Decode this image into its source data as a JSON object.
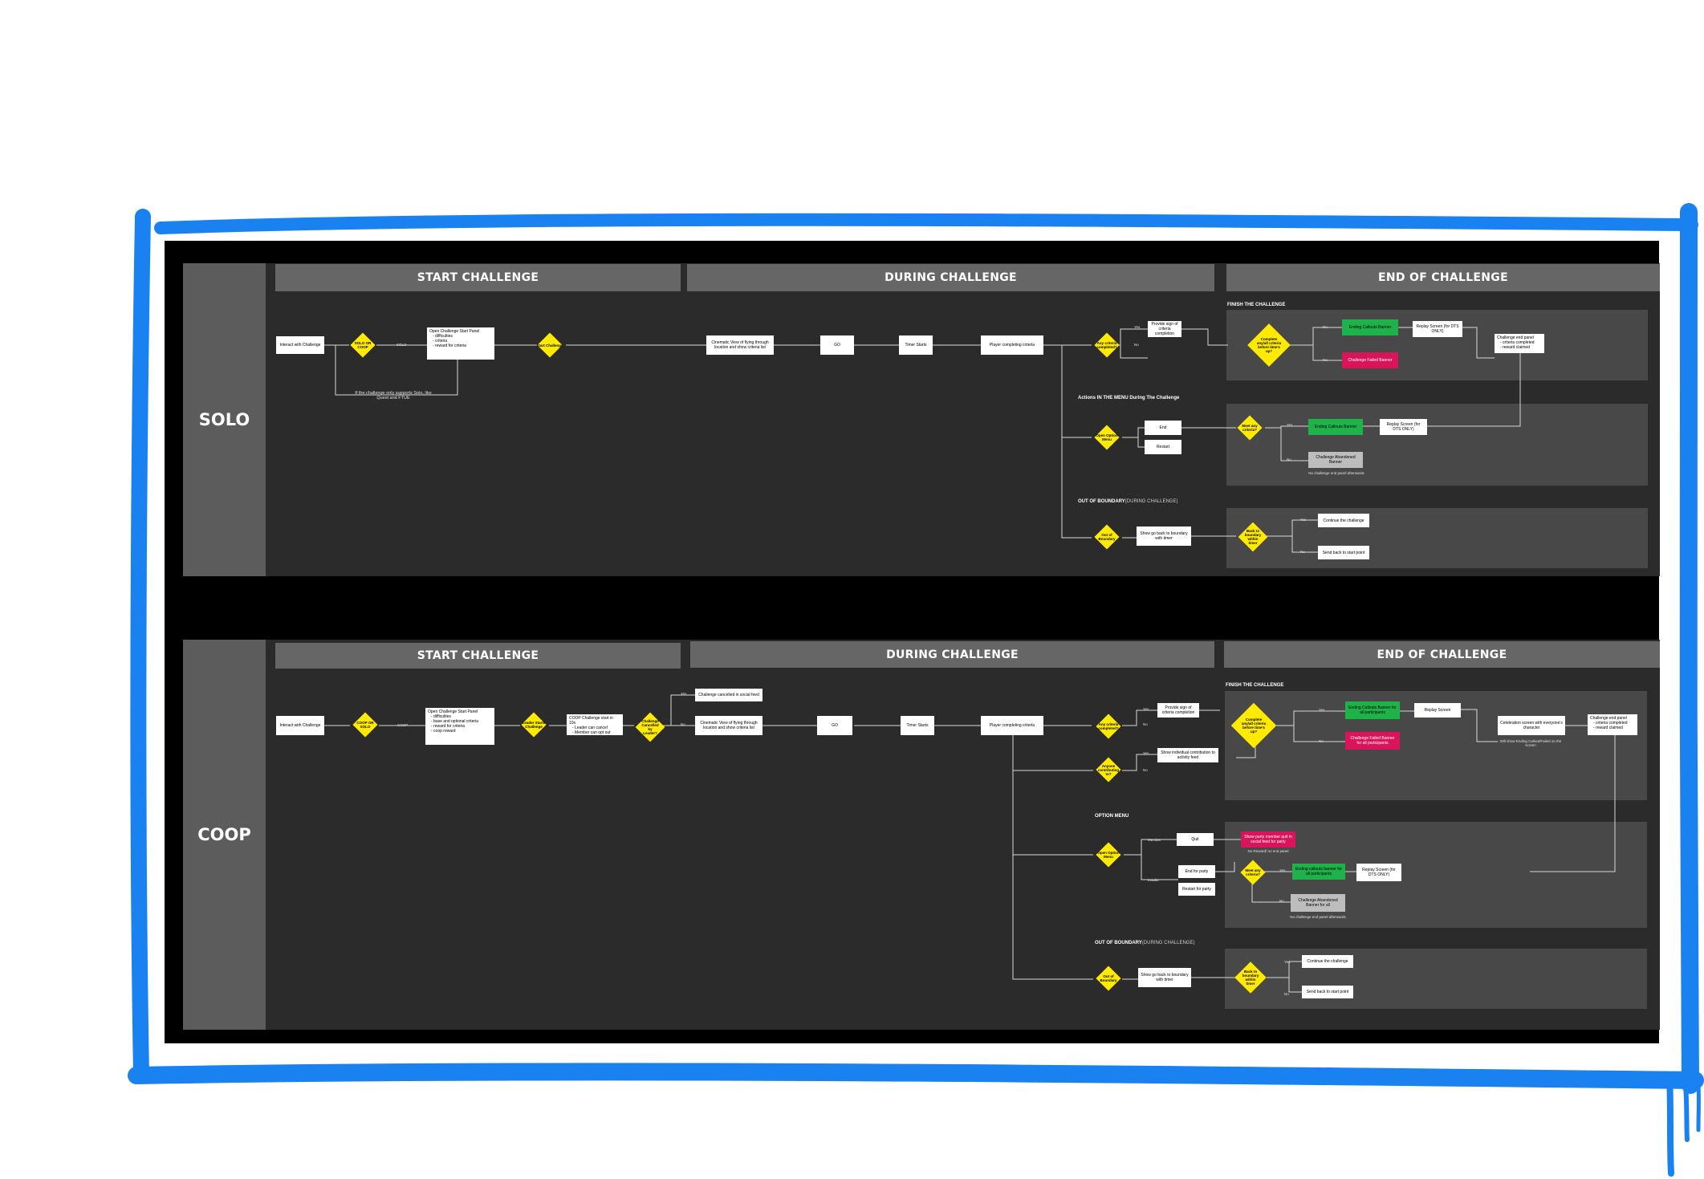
{
  "colors": {
    "frame": "#1a82f0",
    "board": "#000000",
    "lane": "#2b2b2b",
    "label": "#5c5c5c",
    "phase": "#666666",
    "panel": "#484848",
    "decision": "#ffea00",
    "success": "#1fb24a",
    "fail": "#d9145b"
  },
  "solo": {
    "label": "SOLO",
    "phases": {
      "start": "START CHALLENGE",
      "during": "DURING CHALLENGE",
      "end": "END OF CHALLENGE"
    },
    "interact": "Interact with Challenge",
    "solo_or_coop": "SOLO OR COOP",
    "solo_label": "SOLO",
    "open_panel": {
      "title": "Open Challenge Start Panel",
      "items": [
        "- difficulties",
        "- criteria",
        "- reward for criteria"
      ]
    },
    "note_solo_only": "If the challenge only supports Solo, like Quest and FTUE",
    "start_challenge": "Start Challenge",
    "cinematic": "Cinematic View of flying through location and show criteria list",
    "go": "GO",
    "timer": "Timer Starts",
    "player_completing": "Player completing criteria",
    "any_criteria": "Any criteria completed?",
    "yes": "Yes",
    "no": "No",
    "provide_sign": "Provide sign of criteria completion",
    "finish_title": "FINISH THE CHALLENGE",
    "complete_criteria": "Complete any/all criteria before time's up?",
    "ending_callouts": "Ending Callouts Banner",
    "fail_banner": "Challenge Failed Banner",
    "replay": "Replay Screen (for DTS ONLY)",
    "challenge_end": {
      "title": "Challenge end panel",
      "items": [
        "- criteria completed",
        "- reward claimed"
      ]
    },
    "menu_title": "Actions IN THE MENU During The Challenge",
    "open_option": "Open Option Menu",
    "end": "End",
    "restart": "Restart",
    "meet_any": "Meet any criteria?",
    "ending_callouts2": "Ending Callouts Banner",
    "replay2": "Replay Screen (for DTS ONLY)",
    "abandoned": "Challenge Abandoned Banner",
    "no_challenge_end": "No challenge end panel afterwards",
    "oob_title": "OUT OF BOUNDARY",
    "oob_sub": "(DURING CHALLENGE)",
    "out_of_boundary": "Out of Boundary",
    "show_go_back": "Show go back to boundary with timer",
    "back_to_boundary": "Back to boundary within timer",
    "continue": "Continue the challenge",
    "send_back": "Send back to start point"
  },
  "coop": {
    "label": "COOP",
    "phases": {
      "start": "START CHALLENGE",
      "during": "DURING CHALLENGE",
      "end": "END OF CHALLENGE"
    },
    "interact": "Interact with Challenge",
    "solo_or_coop": "COOP OR SOLO",
    "coop_label": "COOP",
    "open_panel": {
      "title": "Open Challenge Start Panel",
      "items": [
        "- difficulties",
        "- base and optional criteria",
        "- reward for criteria",
        "- coop reward"
      ]
    },
    "leader_starts": "Leader Starts Challenge",
    "coop_start": {
      "title": "COOP Challenge start in 10s",
      "items": [
        "- Leader can cancel",
        "- Member can opt out"
      ]
    },
    "cancelled_q": "Challenge Cancelled by Leader?",
    "cancelled_feed": "Challenge cancelled in social feed",
    "cinematic": "Cinematic View of flying through location and show criteria list",
    "go": "GO",
    "timer": "Timer Starts",
    "player_completing": "Player completing criteria",
    "any_criteria": "Any criteria completed?",
    "anyone_contrib": "Anyone contributing to?",
    "yes": "Yes",
    "no": "No",
    "provide_sign": "Provide sign of criteria completion",
    "show_individual": "Show individual contribution to activity feed",
    "finish_title": "FINISH THE CHALLENGE",
    "complete_criteria": "Complete any/all criteria before time's up?",
    "ending_callouts": "Ending Callouts Banner for all participants",
    "fail_banner": "Challenge Failed Banner for all participants",
    "replay": "Replay Screen",
    "celebration": "Celebration screen with everyone's character",
    "will_show": "Will show Ending Callout/Failed on the screen",
    "challenge_end": {
      "title": "Challenge end panel",
      "items": [
        "- criteria completed",
        "- reward claimed"
      ]
    },
    "menu_title": "OPTION MENU",
    "open_option": "Open Option Menu",
    "member": "Member",
    "leader": "Leader",
    "quit": "Quit",
    "show_party_quit": "Show party member quit in social feed for party",
    "no_reward": "No Reward/ no end panel",
    "end_party": "End for party",
    "restart_party": "Restart for party",
    "meet_any": "Meet any criteria?",
    "ending_callouts2": "Ending callouts banner for all participants",
    "replay2": "Replay Screen (for DTS ONLY)",
    "abandoned": "Challenge Abandoned Banner for all",
    "no_challenge_end": "No challenge end panel afterwards",
    "oob_title": "OUT OF BOUNDARY",
    "oob_sub": "(DURING CHALLENGE)",
    "out_of_boundary": "Out of Boundary",
    "show_go_back": "Show go back to boundary with timer",
    "back_to_boundary": "Back to boundary within timer",
    "continue": "Continue the challenge",
    "send_back": "Send back to start point"
  }
}
